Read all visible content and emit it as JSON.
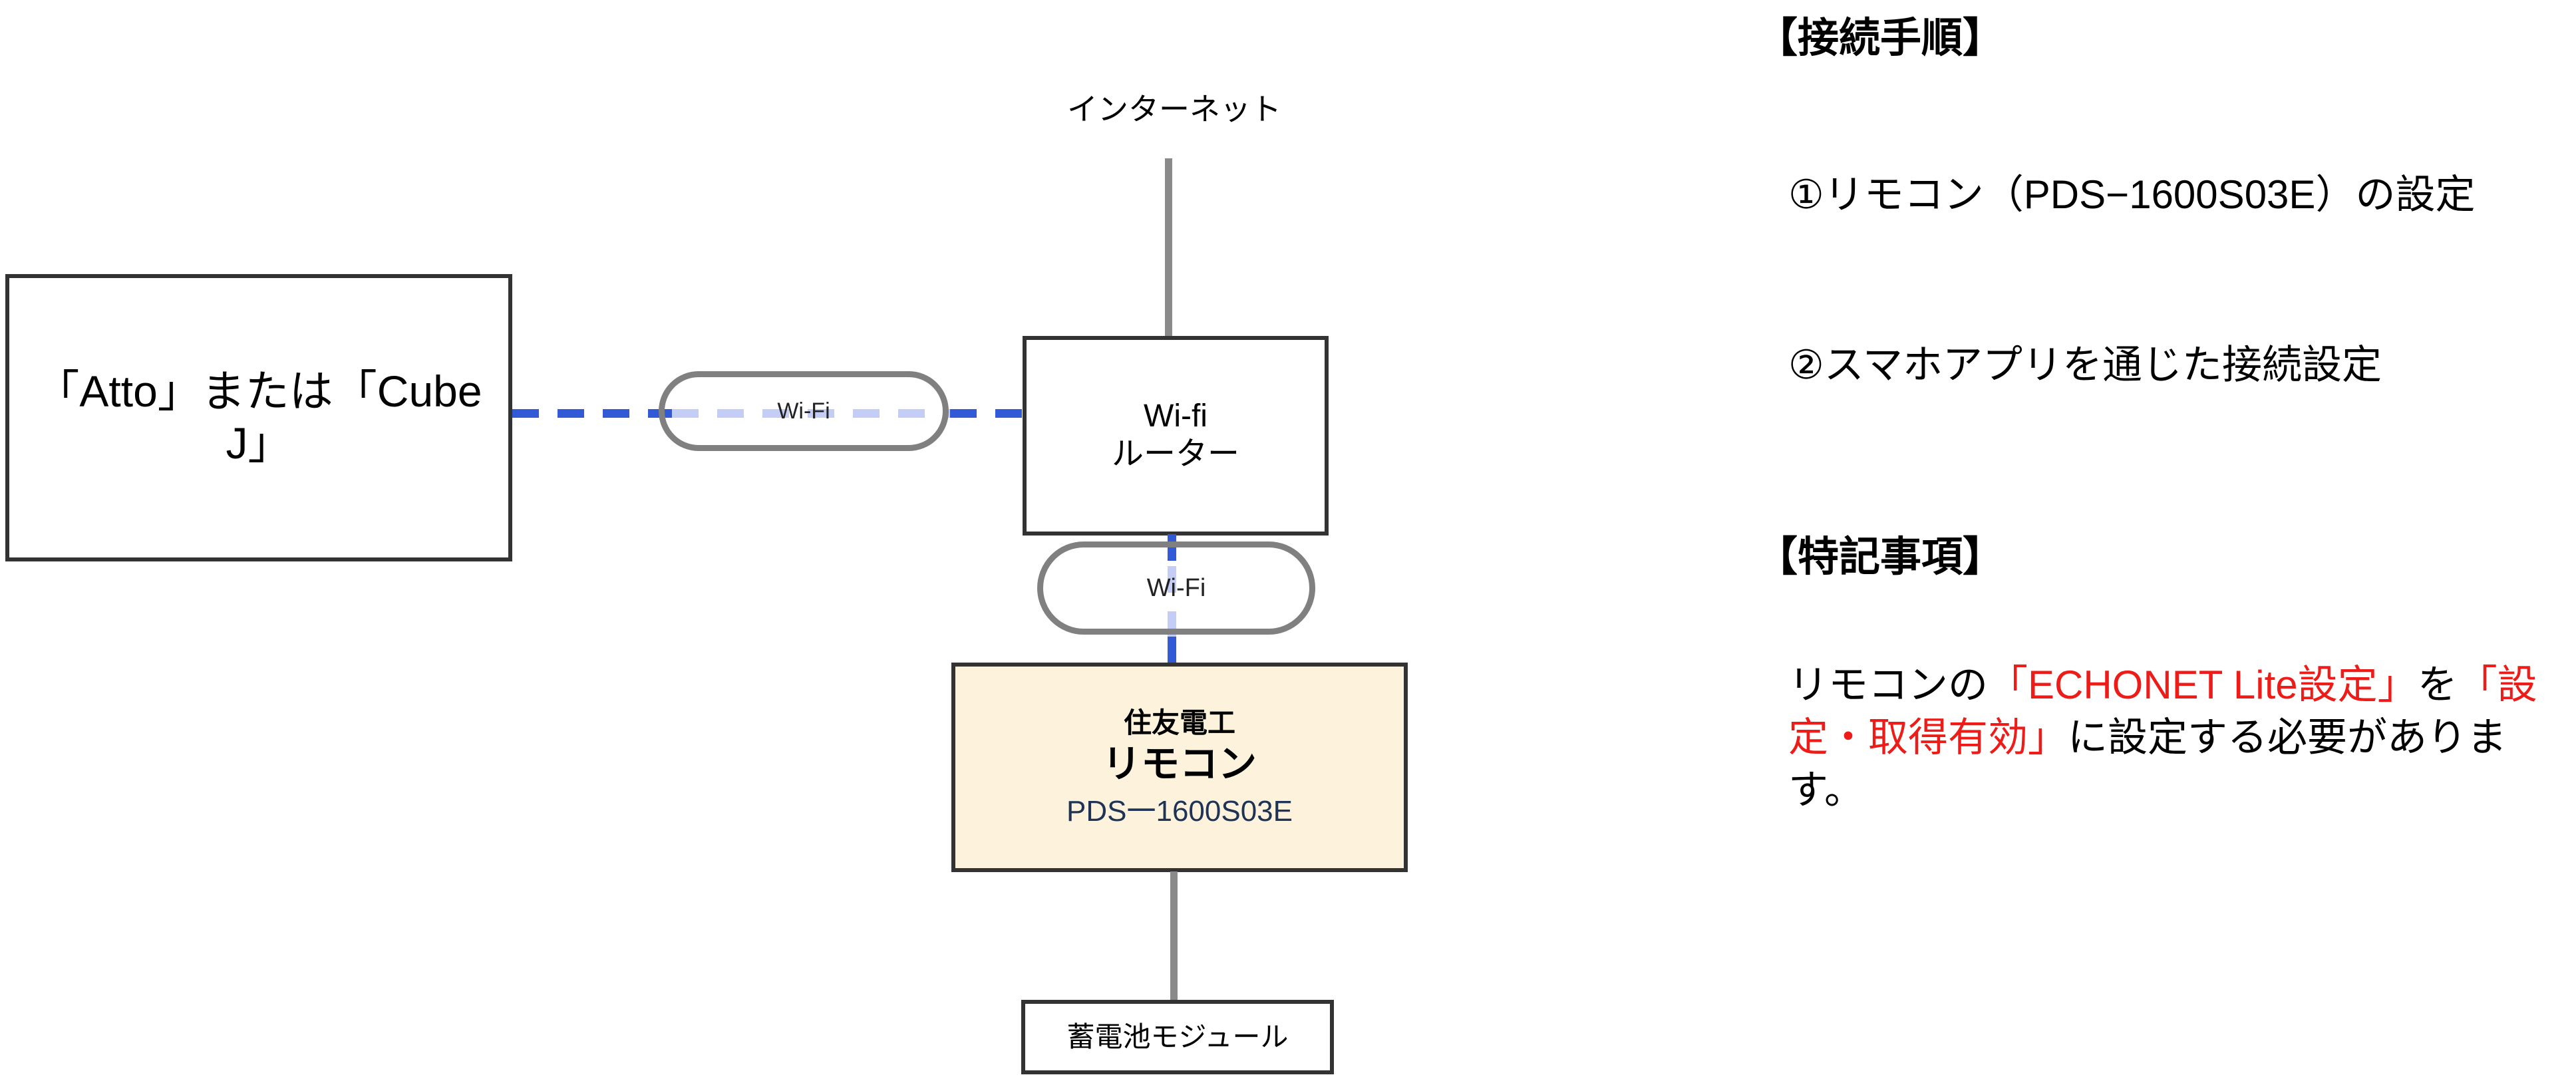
{
  "diagram": {
    "internet_label": "インターネット",
    "device_box": {
      "label": "「Atto」または「Cube J」"
    },
    "router_box": {
      "line1": "Wi-fi",
      "line2": "ルーター"
    },
    "remote_box": {
      "brand": "住友電工",
      "title": "リモコン",
      "model": "PDS一1600S03E",
      "fill_color": "#fdf2dc"
    },
    "battery_box": {
      "label": "蓄電池モジュール"
    },
    "wifi_link_horizontal": {
      "label": "Wi-Fi"
    },
    "wifi_link_vertical": {
      "label": "Wi-Fi"
    },
    "colors": {
      "wifi_dash": "#3259d6",
      "wifi_dash_muted": "#c3cdf5",
      "wire": "#8a8a8a",
      "box_border": "#333333",
      "pill_border": "#808080"
    }
  },
  "notes": {
    "procedure_heading": "【接続手順】",
    "procedure_items": [
      "①リモコン（PDS−1600S03E）の設定",
      "②スマホアプリを通じた接続設定"
    ],
    "remarks_heading": "【特記事項】",
    "remark_parts": [
      {
        "text": "リモコンの",
        "color": "black"
      },
      {
        "text": "「ECHONET Lite設定」",
        "color": "#ee1c18"
      },
      {
        "text": "を",
        "color": "black"
      },
      {
        "text": "「設定・取得有効」",
        "color": "#ee1c18"
      },
      {
        "text": "に設定する必要があります。",
        "color": "black"
      }
    ]
  }
}
